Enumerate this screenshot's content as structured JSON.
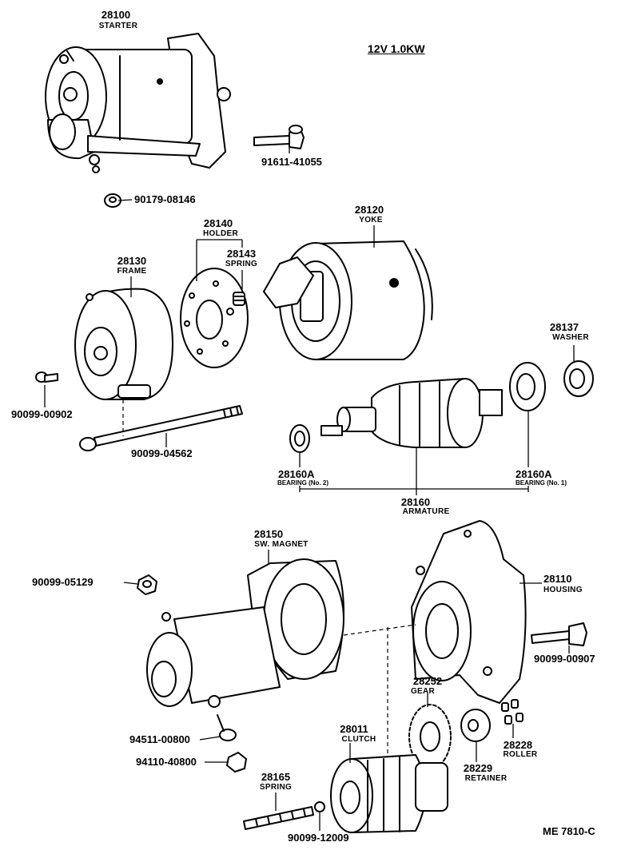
{
  "title": "12V 1.0KW",
  "reference": "ME 7810-C",
  "parts": {
    "starter": {
      "number": "28100",
      "name": "STARTER"
    },
    "bolt_91611": {
      "number": "91611-41055"
    },
    "nut_90179": {
      "number": "90179-08146"
    },
    "holder": {
      "number": "28140",
      "name": "HOLDER"
    },
    "spring_28143": {
      "number": "28143",
      "name": "SPRING"
    },
    "yoke": {
      "number": "28120",
      "name": "YOKE"
    },
    "frame": {
      "number": "28130",
      "name": "FRAME"
    },
    "washer": {
      "number": "28137",
      "name": "WASHER"
    },
    "screw_90099_00902": {
      "number": "90099-00902"
    },
    "thru_bolt": {
      "number": "90099-04562"
    },
    "bearing_no2": {
      "number": "28160A",
      "name": "BEARING (No. 2)"
    },
    "bearing_no1": {
      "number": "28160A",
      "name": "BEARING (No. 1)"
    },
    "armature": {
      "number": "28160",
      "name": "ARMATURE"
    },
    "sw_magnet": {
      "number": "28150",
      "name": "SW. MAGNET"
    },
    "nut_90099_05129": {
      "number": "90099-05129"
    },
    "housing": {
      "number": "28110",
      "name": "HOUSING"
    },
    "bolt_90099_00907": {
      "number": "90099-00907"
    },
    "gear": {
      "number": "28252",
      "name": "GEAR"
    },
    "clutch": {
      "number": "28011",
      "name": "CLUTCH"
    },
    "washer_94511": {
      "number": "94511-00800"
    },
    "nut_94110": {
      "number": "94110-40800"
    },
    "roller": {
      "number": "28228",
      "name": "ROLLER"
    },
    "retainer": {
      "number": "28229",
      "name": "RETAINER"
    },
    "spring_28165": {
      "number": "28165",
      "name": "SPRING"
    },
    "ball_90099_12009": {
      "number": "90099-12009"
    }
  }
}
